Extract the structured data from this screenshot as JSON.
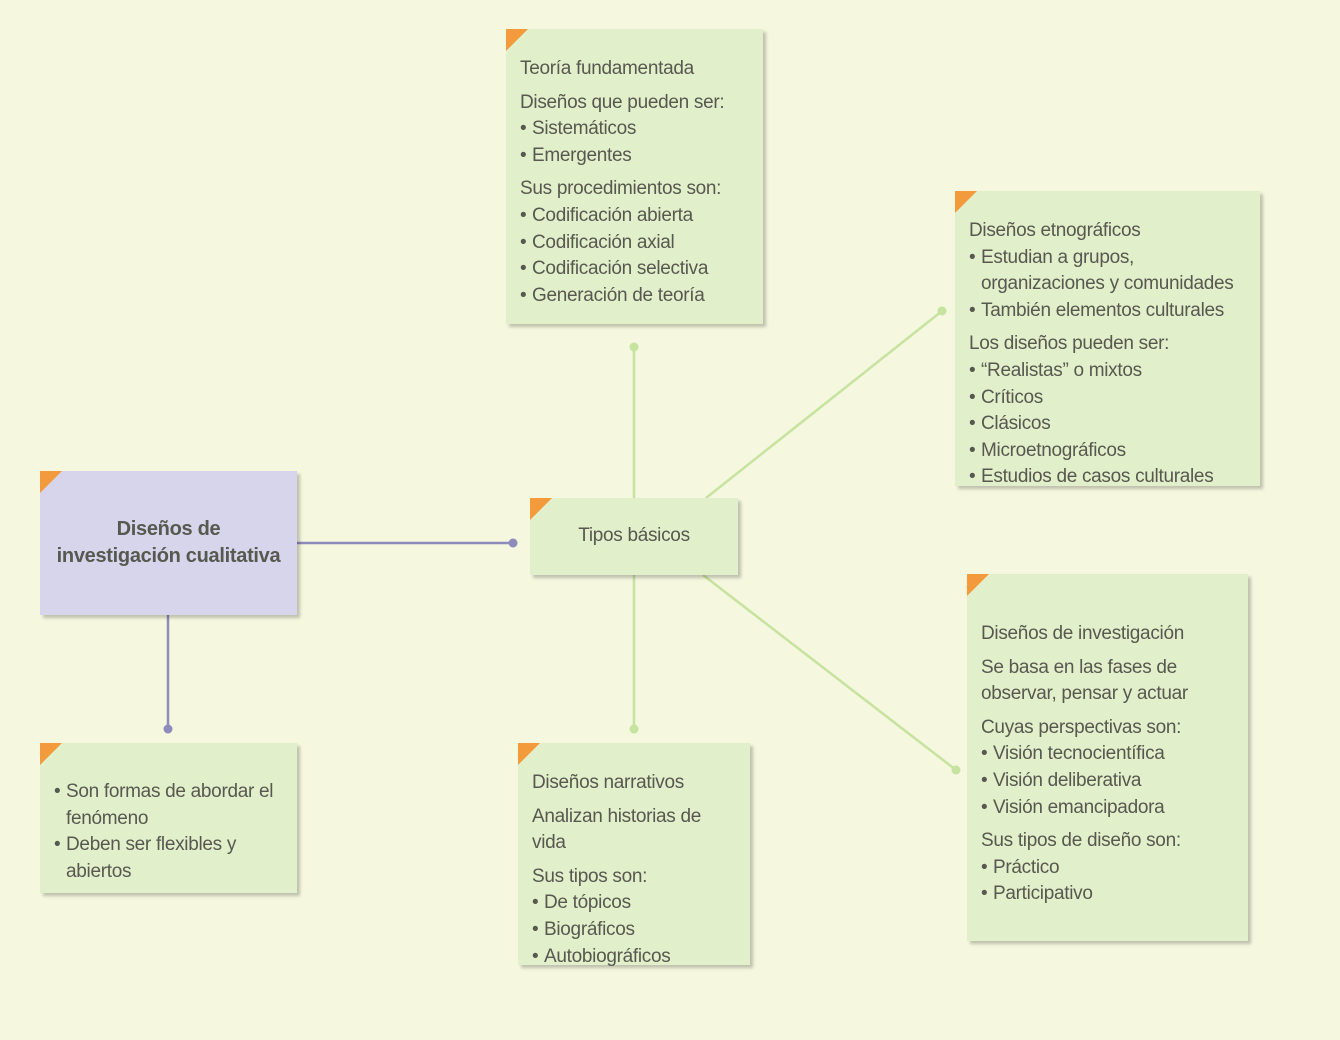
{
  "main": {
    "title": "Diseños de investigación cualitativa"
  },
  "characteristics": {
    "items": [
      "Son formas de abordar el fenómeno",
      "Deben ser flexibles y abiertos"
    ]
  },
  "hub": {
    "title": "Tipos básicos"
  },
  "grounded": {
    "title": "Teoría fundamentada",
    "designs_label": "Diseños que pueden ser:",
    "designs": [
      "Sistemáticos",
      "Emergentes"
    ],
    "procedures_label": "Sus procedimientos son:",
    "procedures": [
      "Codificación abierta",
      "Codificación axial",
      "Codificación selectiva",
      "Generación de teoría"
    ]
  },
  "ethnographic": {
    "title": "Diseños etnográficos",
    "features": [
      "Estudian a grupos, organizaciones y comunidades",
      "También elementos culturales"
    ],
    "types_label": "Los diseños pueden ser:",
    "types": [
      "“Realistas” o mixtos",
      "Críticos",
      "Clásicos",
      "Microetnográficos",
      "Estudios de casos culturales"
    ]
  },
  "action": {
    "title": "Diseños de investigación",
    "description": "Se basa en las fases de observar, pensar y actuar",
    "perspectives_label": "Cuyas perspectivas son:",
    "perspectives": [
      "Visión tecnocientífica",
      "Visión deliberativa",
      "Visión emancipadora"
    ],
    "types_label": "Sus tipos de diseño son:",
    "types": [
      "Práctico",
      "Participativo"
    ]
  },
  "narrative": {
    "title": "Diseños narrativos",
    "description": "Analizan historias de vida",
    "types_label": "Sus tipos son:",
    "types": [
      "De tópicos",
      "Biográficos",
      "Autobiográficos"
    ]
  },
  "colors": {
    "background": "#f5f7df",
    "box_green": "#e2efcb",
    "box_purple": "#d7d5eb",
    "corner_orange": "#f39a3d",
    "line_green": "#c6e3a0",
    "line_purple": "#8e8bbd",
    "text": "#57584f"
  }
}
